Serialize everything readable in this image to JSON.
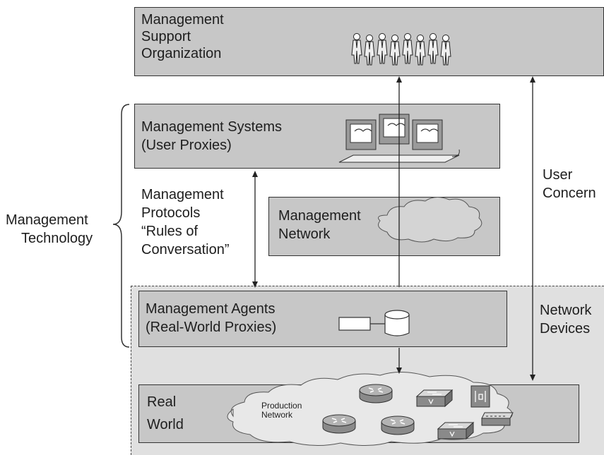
{
  "layers": {
    "support": {
      "label_lines": [
        "Management",
        "Support",
        "Organization"
      ]
    },
    "systems": {
      "label_lines": [
        "Management Systems",
        "(User Proxies)"
      ]
    },
    "network": {
      "label_lines": [
        "Management",
        "Network"
      ]
    },
    "agents": {
      "label_lines": [
        "Management Agents",
        "(Real-World Proxies)"
      ]
    },
    "real_world": {
      "label_lines": [
        "Real",
        "World"
      ],
      "cloud_label_lines": [
        "Production",
        "Network"
      ]
    }
  },
  "side_labels": {
    "technology": [
      "Management",
      "Technology"
    ],
    "protocols": [
      "Management",
      "Protocols",
      "“Rules of",
      "Conversation”"
    ],
    "user_concern": [
      "User",
      "Concern"
    ],
    "network_devices": [
      "Network",
      "Devices"
    ]
  },
  "icons": [
    "people-icon",
    "workstations-icon",
    "cloud-icon",
    "agent-database-icon",
    "router-icon",
    "switch-icon",
    "device-icon"
  ],
  "colors": {
    "box_fill": "#c7c7c7",
    "device_region": "#e0e0e0",
    "border": "#333333"
  }
}
